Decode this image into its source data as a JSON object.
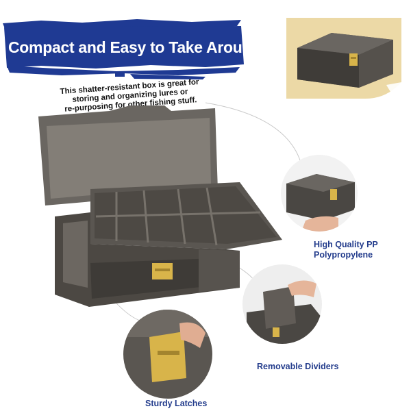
{
  "headline": "Compact and Easy to Take Around",
  "subtext": {
    "lines": [
      "This shatter-resistant box is great for",
      "storing and organizing lures or",
      "re-purposing for other fishing stuff."
    ]
  },
  "callouts": {
    "material": {
      "lines": [
        "High Quality PP",
        "Polypropylene"
      ]
    },
    "latch": {
      "label": "Sturdy Latches"
    },
    "dividers": {
      "label": "Removable Dividers"
    }
  },
  "colors": {
    "banner_blue": "#1f3a93",
    "caption_blue": "#233c8c",
    "box_smoke": "#5e5a55",
    "latch_yellow": "#d8b44a",
    "inset_background": "#ecd9a6"
  }
}
